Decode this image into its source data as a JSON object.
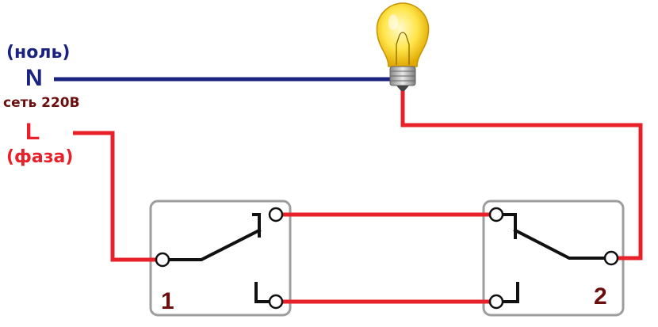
{
  "labels": {
    "neutral_caption": "(ноль)",
    "neutral_letter": "N",
    "network": "сеть 220В",
    "phase_letter": "L",
    "phase_caption": "(фаза)",
    "switch_1": "1",
    "switch_2": "2"
  },
  "colors": {
    "neutral_wire": "#1a237e",
    "phase_wire": "#e8202a",
    "switch_contacts": "#111111",
    "switch_box": "#9e9e9e",
    "switch_number": "#6b0f0f",
    "neutral_text": "#1a237e",
    "phase_text": "#e8202a",
    "network_text": "#6b0f0f"
  },
  "icons": {
    "lamp": "light-bulb-icon"
  }
}
